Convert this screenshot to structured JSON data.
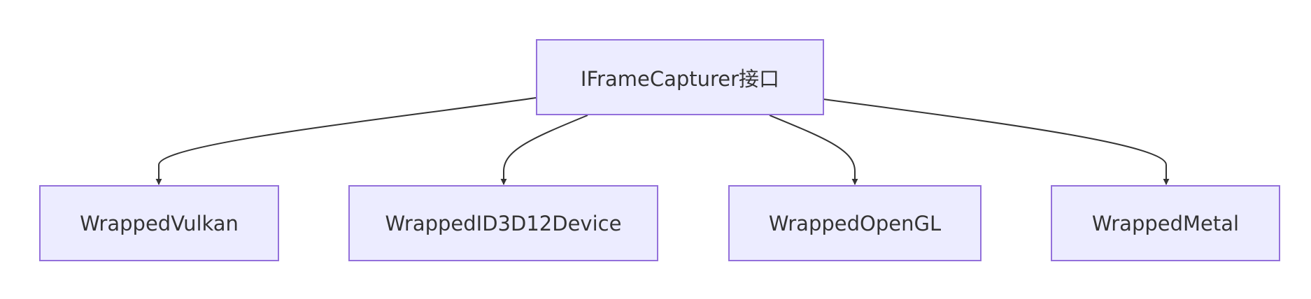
{
  "diagram": {
    "type": "flowchart",
    "direction": "top-down",
    "colors": {
      "node_fill": "#ececff",
      "node_border": "#9370db",
      "edge": "#333333",
      "text": "#333333"
    },
    "root": {
      "label": "IFrameCapturer接口"
    },
    "children": [
      {
        "label": "WrappedVulkan"
      },
      {
        "label": "WrappedID3D12Device"
      },
      {
        "label": "WrappedOpenGL"
      },
      {
        "label": "WrappedMetal"
      }
    ]
  }
}
